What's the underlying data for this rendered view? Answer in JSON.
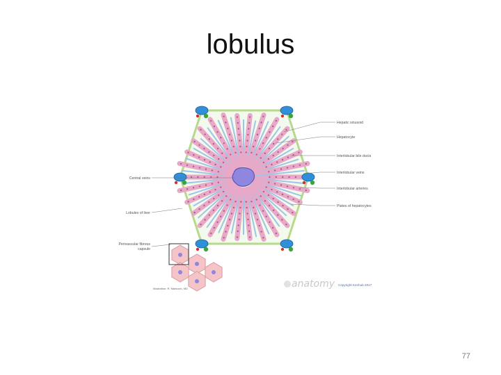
{
  "slide": {
    "title": "lobulus",
    "page_number": "77"
  },
  "diagram": {
    "labels_right": [
      "Hepatic sinusoid",
      "Hepatocyte",
      "Interlobular bile ducts",
      "Interlobular veins",
      "Interlobular arteries",
      "Plates of hepatocytes"
    ],
    "labels_left": [
      "Central veins",
      "Lobules of liver",
      "Perivascular fibrous capsule"
    ],
    "credit": "Illustration: R. Markovic, MD",
    "watermark": "anatomy",
    "copyright": "Copyright Kenhub 2017",
    "colors": {
      "central_vein": "#8f86e0",
      "portal_vein": "#2f8fd8",
      "bile_duct": "#3aa53a",
      "artery": "#d23030",
      "hepatocyte": "#e8a9c9",
      "sinusoid": "#9cc6e8",
      "lobule_outline": "#b7d98b",
      "inset_fill": "#f4c4c8"
    }
  }
}
